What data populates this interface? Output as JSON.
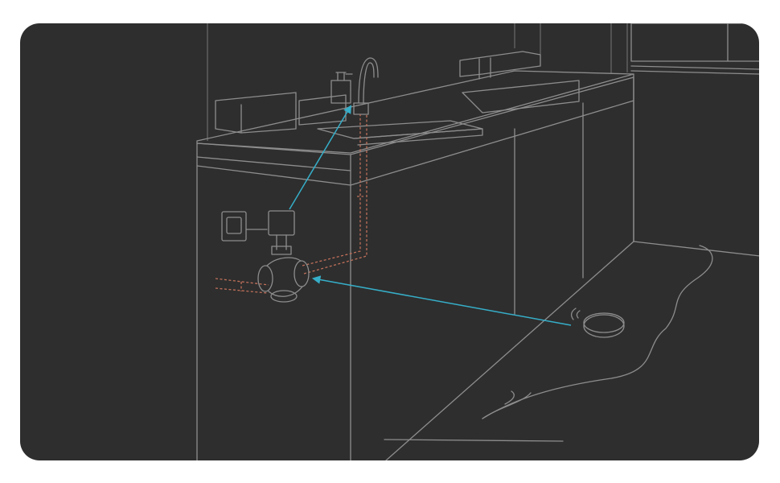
{
  "scene": {
    "kind": "kitchen-water-leak-diagram",
    "colors": {
      "background": "#2e2e2e",
      "line_art": "#8d8d8d",
      "water_pipe": "#c0705a",
      "signal_arrow": "#36aec8"
    },
    "elements": [
      {
        "name": "sink-faucet-icon",
        "icon": "faucet"
      },
      {
        "name": "soap-dispenser-icon",
        "icon": "soap-dispenser"
      },
      {
        "name": "wall-socket-icon",
        "icon": "power-socket"
      },
      {
        "name": "motorized-valve-icon",
        "icon": "motorized-valve"
      },
      {
        "name": "leak-sensor-icon",
        "icon": "water-leak-sensor"
      },
      {
        "name": "water-puddle-icon",
        "icon": "water-puddle"
      }
    ],
    "signals": [
      {
        "from": "motorized-valve",
        "to": "sink-faucet"
      },
      {
        "from": "leak-sensor",
        "to": "motorized-valve"
      }
    ]
  }
}
